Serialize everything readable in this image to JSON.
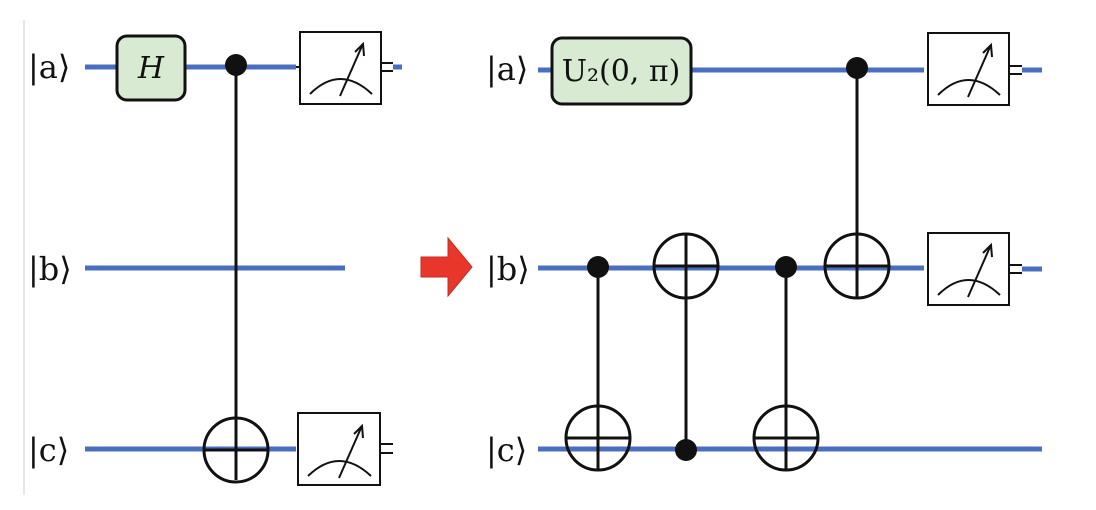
{
  "colors": {
    "wire": "#4a6fc0",
    "gate_fill": "#d9ead3",
    "gate_stroke": "#111111",
    "arrow": "#e8372a"
  },
  "left_circuit": {
    "labels": {
      "a": "|a⟩",
      "b": "|b⟩",
      "c": "|c⟩"
    },
    "h_gate": "H"
  },
  "right_circuit": {
    "labels": {
      "a": "|a⟩",
      "b": "|b⟩",
      "c": "|c⟩"
    },
    "u2_gate": "U₂(0, π)"
  },
  "transform_arrow_icon": "red-right-arrow-icon"
}
